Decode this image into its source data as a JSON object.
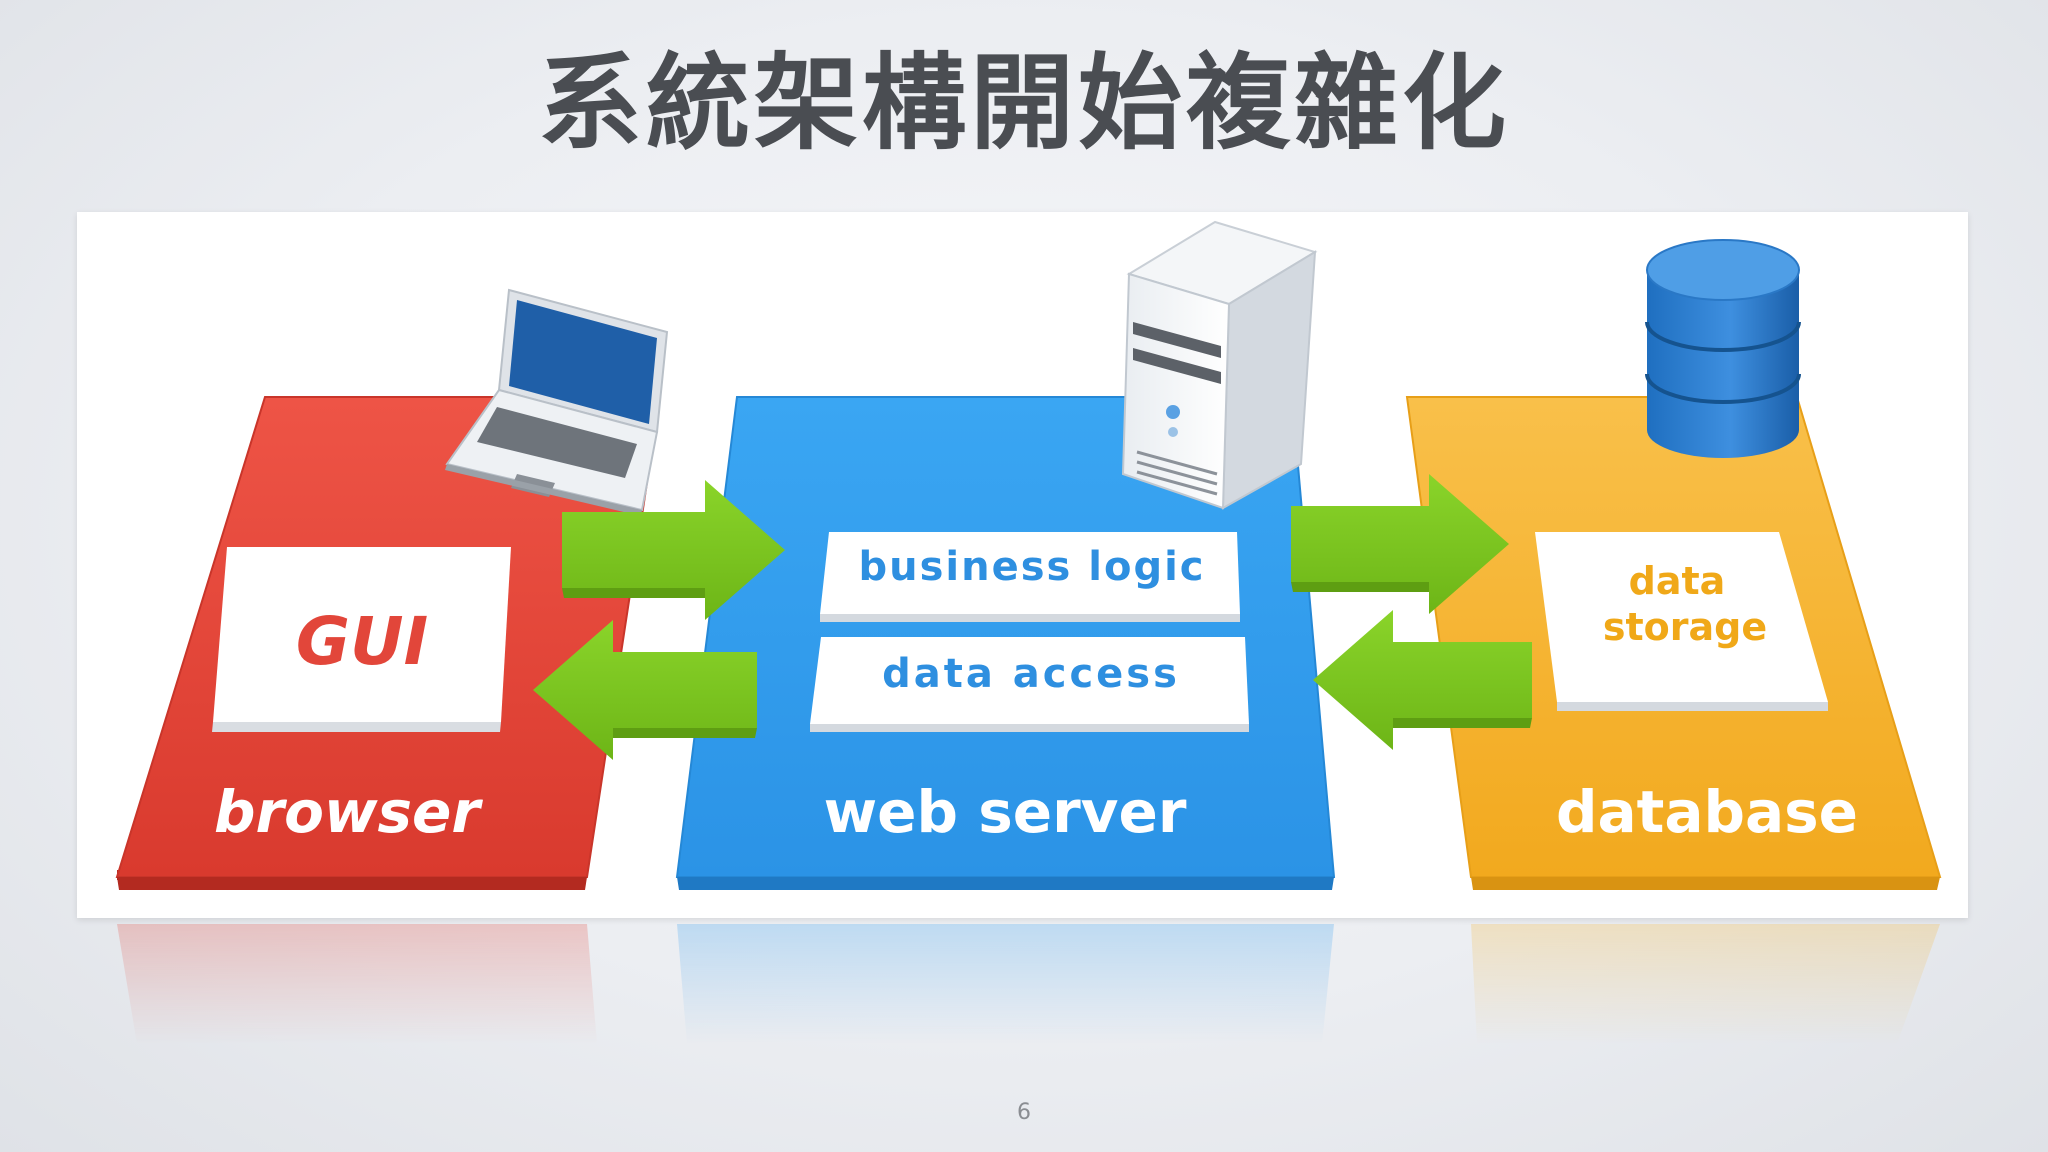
{
  "slide": {
    "title": "系統架構開始複雜化",
    "page_number": "6"
  },
  "diagram": {
    "tiers": [
      {
        "label": "browser",
        "inner": [
          "GUI"
        ],
        "color": "#e2463a",
        "icon": "laptop-icon"
      },
      {
        "label": "web server",
        "inner": [
          "business logic",
          "data access"
        ],
        "color": "#2e9bee",
        "icon": "server-tower-icon"
      },
      {
        "label": "database",
        "inner": [
          "data",
          "storage"
        ],
        "color": "#f6b530",
        "icon": "database-cylinder-icon"
      }
    ],
    "arrow_color": "#7cc520",
    "inner_text_colors": {
      "browser": "#e2463a",
      "web_server": "#2e8fe0",
      "database": "#f0a818"
    }
  }
}
